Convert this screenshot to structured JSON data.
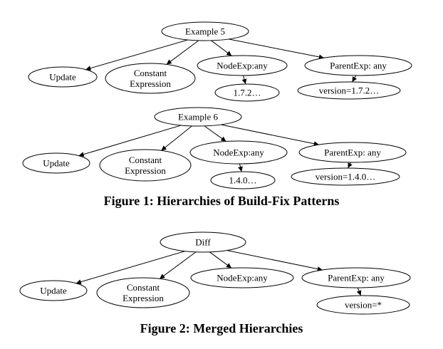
{
  "figures": [
    {
      "caption": "Figure 1: Hierarchies of Build-Fix Patterns",
      "trees": [
        {
          "root": "Example 5",
          "children": [
            {
              "label": [
                "Update"
              ]
            },
            {
              "label": [
                "Constant",
                "Expression"
              ]
            },
            {
              "label": [
                "NodeExp:any"
              ],
              "child": [
                "1.7.2…"
              ]
            },
            {
              "label": [
                "ParentExp: any"
              ],
              "child": [
                "version=1.7.2…"
              ]
            }
          ]
        },
        {
          "root": "Example 6",
          "children": [
            {
              "label": [
                "Update"
              ]
            },
            {
              "label": [
                "Constant",
                "Expression"
              ]
            },
            {
              "label": [
                "NodeExp:any"
              ],
              "child": [
                "1.4.0…"
              ]
            },
            {
              "label": [
                "ParentExp: any"
              ],
              "child": [
                "version=1.4.0…"
              ]
            }
          ]
        }
      ]
    },
    {
      "caption": "Figure 2: Merged Hierarchies",
      "trees": [
        {
          "root": "Diff",
          "children": [
            {
              "label": [
                "Update"
              ]
            },
            {
              "label": [
                "Constant",
                "Expression"
              ]
            },
            {
              "label": [
                "NodeExp:any"
              ]
            },
            {
              "label": [
                "ParentExp: any"
              ],
              "child": [
                "version=*"
              ]
            }
          ]
        }
      ]
    }
  ]
}
